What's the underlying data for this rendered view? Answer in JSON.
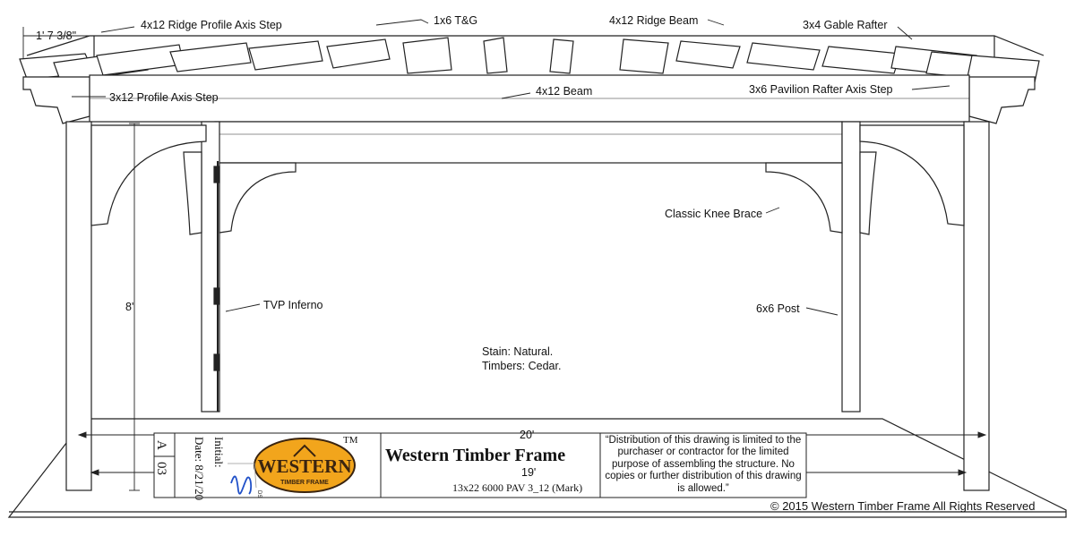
{
  "labels": {
    "ridge_profile_axis_step": "4x12 Ridge Profile Axis Step",
    "t_and_g": "1x6 T&G",
    "ridge_beam": "4x12 Ridge Beam",
    "gable_rafter": "3x4 Gable Rafter",
    "profile_axis_step": "3x12 Profile Axis Step",
    "beam": "4x12 Beam",
    "pavilion_rafter_axis_step": "3x6 Pavilion Rafter Axis Step",
    "knee_brace": "Classic Knee Brace",
    "tvp": "TVP Inferno",
    "post": "6x6 Post"
  },
  "dimensions": {
    "overhang": "1' 7 3/8\"",
    "height": "8'",
    "overall_width": "20'",
    "inner_width": "19'"
  },
  "notes": {
    "stain": "Stain: Natural.",
    "timbers": "Timbers: Cedar."
  },
  "title_block": {
    "revision": "A",
    "sheet": "03",
    "initial_label": "Initial:",
    "date_label": "Date: 8/21/20",
    "tm": "TM",
    "logo_text": "WESTERN",
    "logo_sub": "TIMBER FRAME",
    "company": "Western Timber Frame",
    "drawing_id": "13x22 6000 PAV 3_12 (Mark)",
    "notice": "“Distribution of this drawing is limited to the purchaser or contractor for the limited purpose of assembling the structure.  No copies or further distribution of this drawing is allowed.”",
    "ds": "DS"
  },
  "copyright": "© 2015 Western Timber Frame All Rights Reserved",
  "colors": {
    "logo_fill": "#f2a51c",
    "logo_text": "#3a2410",
    "signature": "#2050c8"
  }
}
